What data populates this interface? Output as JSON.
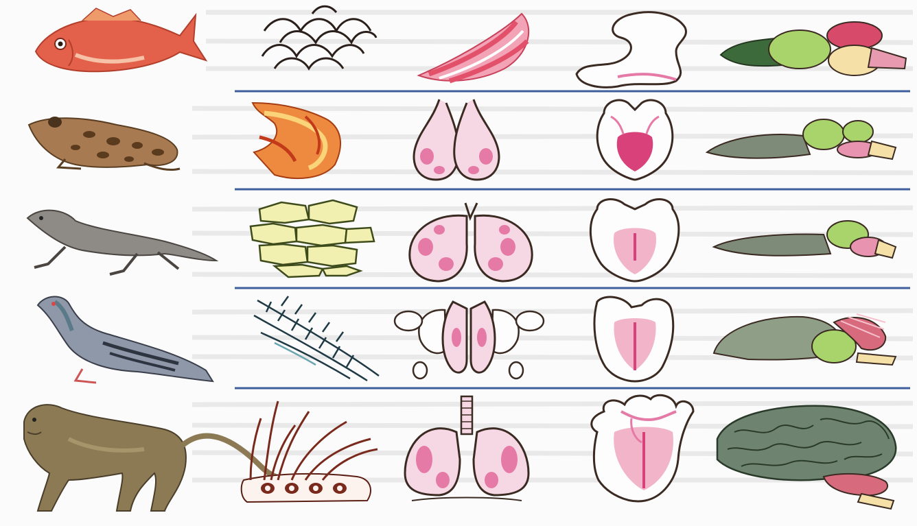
{
  "colors": {
    "paper": "#fbfbfb",
    "show_through": "#d7d7d7",
    "divider": "#3e5f9c",
    "outline": "#3a2a22",
    "pink": "#e67aa6",
    "pale_pink": "#f6d7e4",
    "gill_red": "#e2506a",
    "green": "#a9d46b",
    "grey_green": "#8f9e86",
    "frog_brown": "#a87a52",
    "fish_red": "#e3614a",
    "pigeon_grey": "#8e98a8",
    "monkey_olive": "#8c7a55",
    "skin_orange": "#f08b3a",
    "scale_yellow": "#f1f0b0"
  },
  "rows": [
    {
      "animal": "fish",
      "covering": "scales",
      "respiratory": "gills",
      "heart": "two-chambered",
      "brain": "fish-brain"
    },
    {
      "animal": "frog",
      "covering": "moist-skin",
      "respiratory": "sac-lungs",
      "heart": "three-chambered",
      "brain": "amphibian-brain"
    },
    {
      "animal": "lizard",
      "covering": "horny-scales",
      "respiratory": "cellular-lungs",
      "heart": "three-chambered-partial-septum",
      "brain": "reptile-brain"
    },
    {
      "animal": "pigeon",
      "covering": "feathers",
      "respiratory": "lungs-with-air-sacs",
      "heart": "four-chambered",
      "brain": "bird-brain"
    },
    {
      "animal": "monkey",
      "covering": "hair",
      "respiratory": "alveolar-lungs",
      "heart": "four-chambered",
      "brain": "mammal-brain"
    }
  ]
}
